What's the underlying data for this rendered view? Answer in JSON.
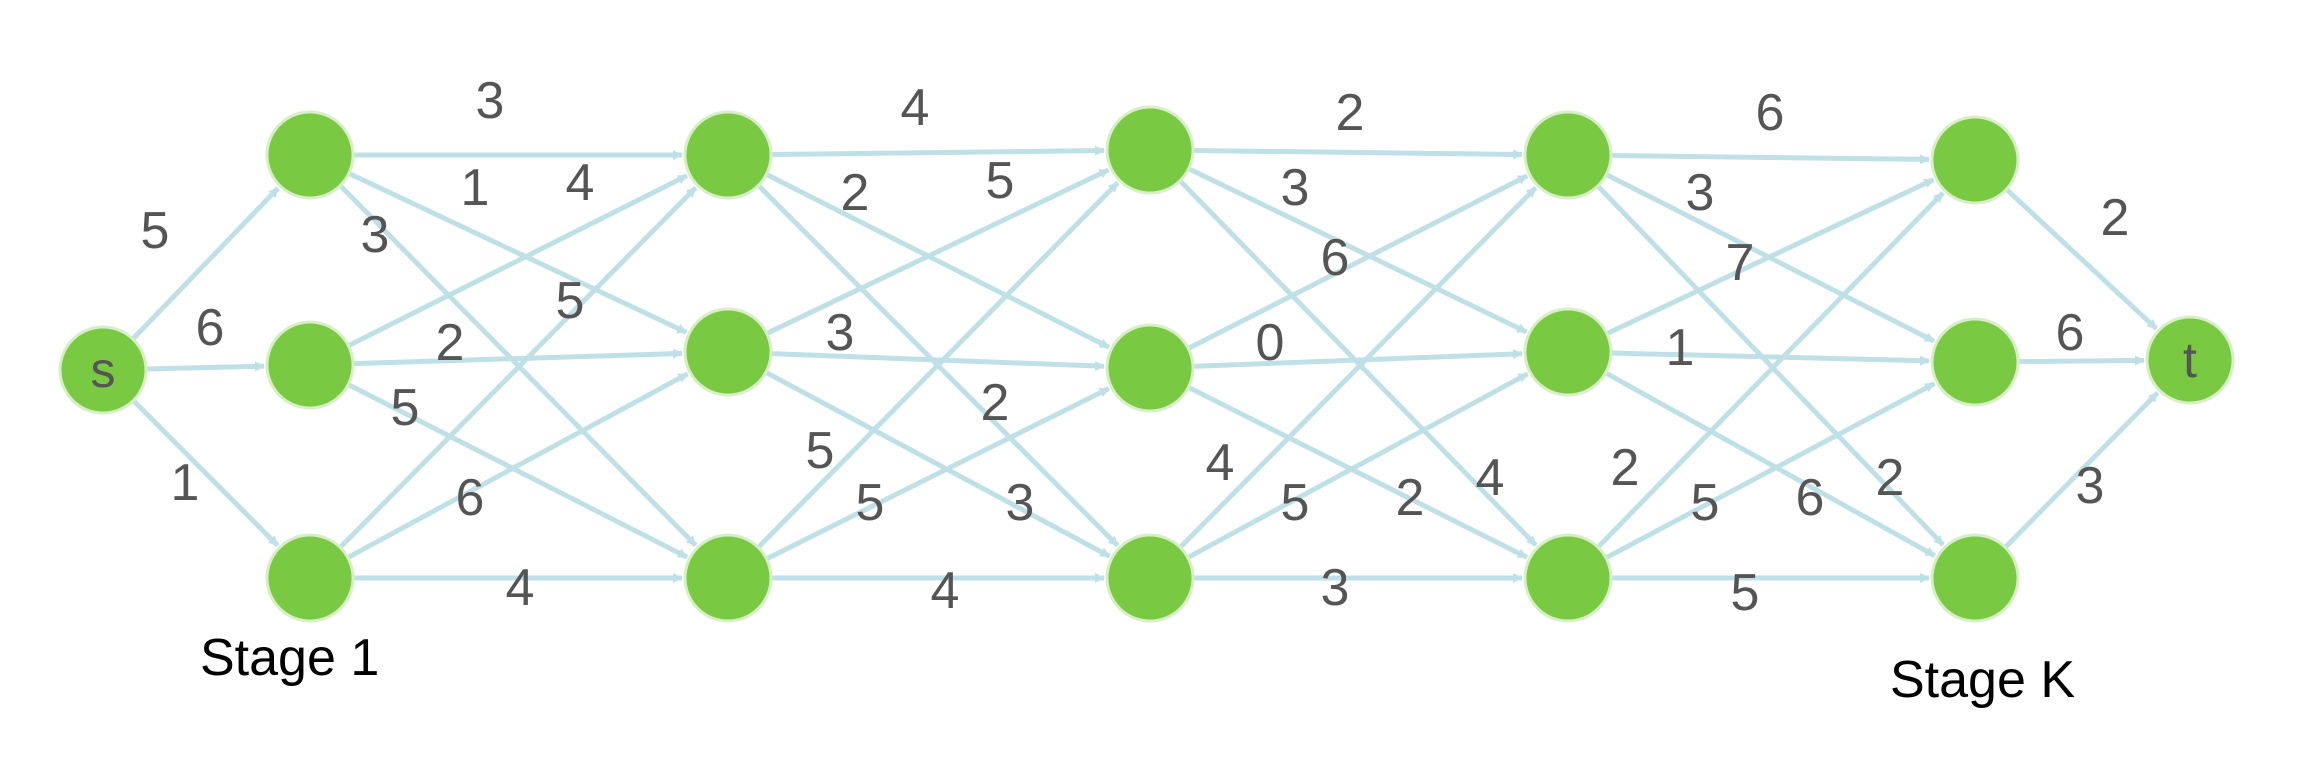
{
  "colors": {
    "node_fill": "#7ac943",
    "edge": "#bfe0e6",
    "weight_text": "#555555",
    "stage_text": "#000000"
  },
  "nodes": {
    "source": "s",
    "sink": "t",
    "stages": 5,
    "per_stage": 3
  },
  "stage_labels": {
    "first": "Stage 1",
    "last": "Stage K"
  },
  "edges": [
    {
      "from": "s",
      "to": "1-0",
      "w": "5"
    },
    {
      "from": "s",
      "to": "1-1",
      "w": "6"
    },
    {
      "from": "s",
      "to": "1-2",
      "w": "1"
    },
    {
      "from": "1-0",
      "to": "2-0",
      "w": "3"
    },
    {
      "from": "1-0",
      "to": "2-1",
      "w": "1"
    },
    {
      "from": "1-0",
      "to": "2-2",
      "w": "3"
    },
    {
      "from": "1-1",
      "to": "2-0",
      "w": "4"
    },
    {
      "from": "1-1",
      "to": "2-1",
      "w": "2"
    },
    {
      "from": "1-1",
      "to": "2-2",
      "w": "5"
    },
    {
      "from": "1-2",
      "to": "2-0",
      "w": "5"
    },
    {
      "from": "1-2",
      "to": "2-1",
      "w": "6"
    },
    {
      "from": "1-2",
      "to": "2-2",
      "w": "4"
    },
    {
      "from": "2-0",
      "to": "3-0",
      "w": "4"
    },
    {
      "from": "2-0",
      "to": "3-1",
      "w": "2"
    },
    {
      "from": "2-0",
      "to": "3-2",
      "w": "2"
    },
    {
      "from": "2-1",
      "to": "3-0",
      "w": "5"
    },
    {
      "from": "2-1",
      "to": "3-1",
      "w": "3"
    },
    {
      "from": "2-1",
      "to": "3-2",
      "w": "3"
    },
    {
      "from": "2-2",
      "to": "3-0",
      "w": "5"
    },
    {
      "from": "2-2",
      "to": "3-1",
      "w": "5"
    },
    {
      "from": "2-2",
      "to": "3-2",
      "w": "4"
    },
    {
      "from": "3-0",
      "to": "4-0",
      "w": "2"
    },
    {
      "from": "3-0",
      "to": "4-1",
      "w": "3"
    },
    {
      "from": "3-0",
      "to": "4-2",
      "w": "4"
    },
    {
      "from": "3-1",
      "to": "4-0",
      "w": "6"
    },
    {
      "from": "3-1",
      "to": "4-1",
      "w": "0"
    },
    {
      "from": "3-1",
      "to": "4-2",
      "w": "2"
    },
    {
      "from": "3-2",
      "to": "4-0",
      "w": "4"
    },
    {
      "from": "3-2",
      "to": "4-1",
      "w": "5"
    },
    {
      "from": "3-2",
      "to": "4-2",
      "w": "3"
    },
    {
      "from": "4-0",
      "to": "5-0",
      "w": "6"
    },
    {
      "from": "4-0",
      "to": "5-1",
      "w": "3"
    },
    {
      "from": "4-0",
      "to": "5-2",
      "w": "6"
    },
    {
      "from": "4-1",
      "to": "5-0",
      "w": "7"
    },
    {
      "from": "4-1",
      "to": "5-1",
      "w": "1"
    },
    {
      "from": "4-1",
      "to": "5-2",
      "w": "2"
    },
    {
      "from": "4-2",
      "to": "5-0",
      "w": "2"
    },
    {
      "from": "4-2",
      "to": "5-1",
      "w": "5"
    },
    {
      "from": "4-2",
      "to": "5-2",
      "w": "5"
    },
    {
      "from": "5-0",
      "to": "t",
      "w": "2"
    },
    {
      "from": "5-1",
      "to": "t",
      "w": "6"
    },
    {
      "from": "5-2",
      "to": "t",
      "w": "3"
    }
  ]
}
